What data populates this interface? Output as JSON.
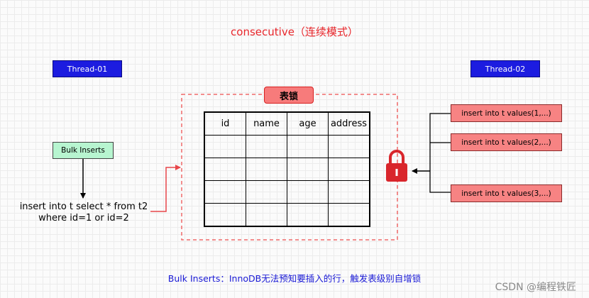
{
  "title": "consecutive（连续模式）",
  "threads": {
    "left": "Thread-01",
    "right": "Thread-02"
  },
  "bulk_box": "Bulk Inserts",
  "sql": {
    "line1": "insert into t select * from t2",
    "line2": "where id=1 or id=2"
  },
  "lock_label": "表锁",
  "table": {
    "headers": [
      "id",
      "name",
      "age",
      "address"
    ],
    "empty_rows": 4
  },
  "statements": [
    "insert into t values(1,...)",
    "insert into t values(2,...)",
    "insert into t values(3,...)"
  ],
  "note": "Bulk Inserts：InnoDB无法预知要插入的行，触发表级别自增锁",
  "watermark": "CSDN @编程铁匠",
  "colors": {
    "thread_fill": "#1c1ce0",
    "bulk_fill": "#b7f5d0",
    "lock_fill": "#f77b7b",
    "statement_fill": "#f78383",
    "padlock": "#d9262c",
    "title_color": "#e8262b",
    "note_color": "#1a1ad6"
  }
}
